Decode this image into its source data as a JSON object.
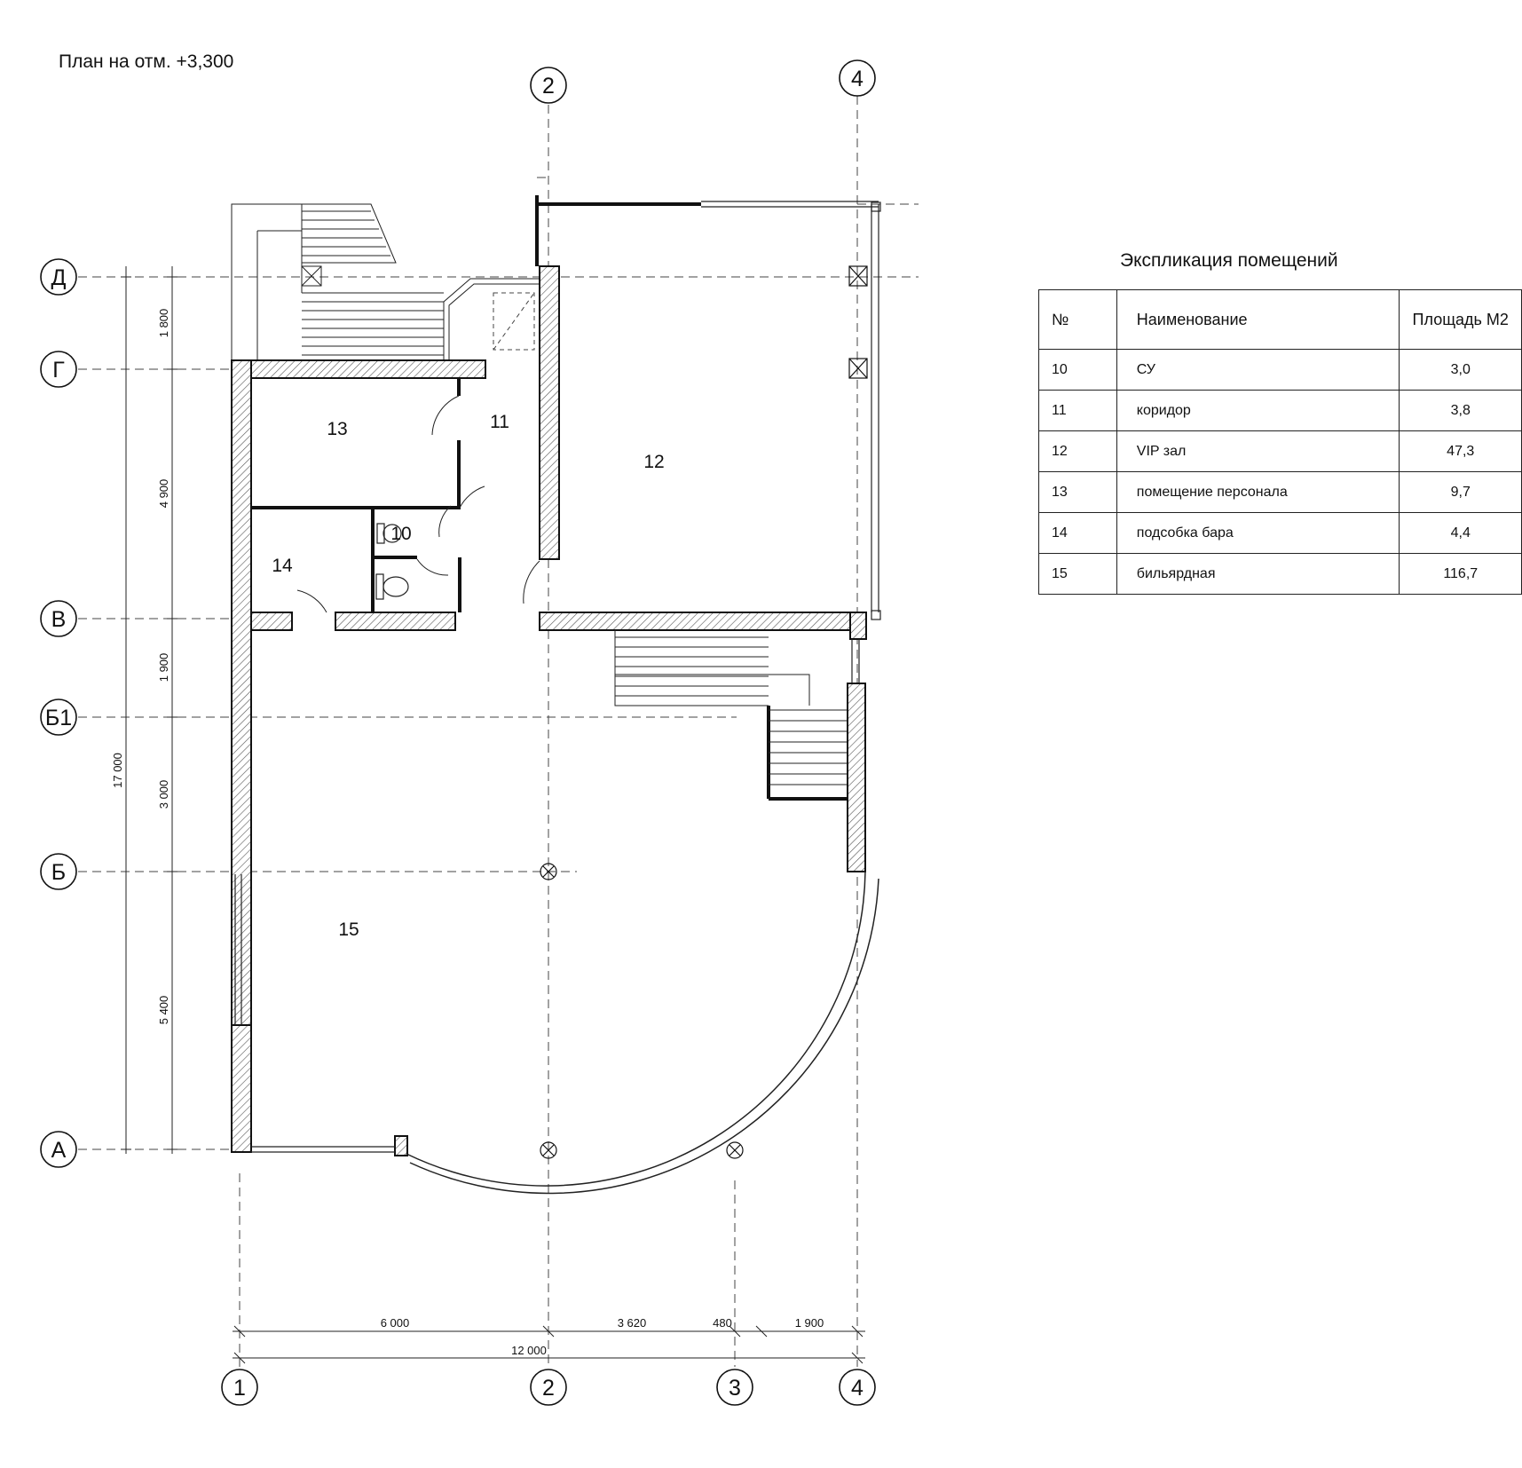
{
  "title": "План на отм. +3,300",
  "explication": {
    "title": "Экспликация помещений",
    "headers": [
      "№",
      "Наименование",
      "Площадь М2"
    ],
    "rows": [
      [
        "10",
        "СУ",
        "3,0"
      ],
      [
        "11",
        "коридор",
        "3,8"
      ],
      [
        "12",
        "VIP зал",
        "47,3"
      ],
      [
        "13",
        "помещение персонала",
        "9,7"
      ],
      [
        "14",
        "подсобка бара",
        "4,4"
      ],
      [
        "15",
        "бильярдная",
        "116,7"
      ]
    ]
  },
  "axes": {
    "horizontal": [
      "Д",
      "Г",
      "В",
      "Б1",
      "Б",
      "А"
    ],
    "vertical_top": [
      "2",
      "4"
    ],
    "vertical_bottom": [
      "1",
      "2",
      "3",
      "4"
    ]
  },
  "rooms": [
    "13",
    "11",
    "12",
    "10",
    "14",
    "15"
  ],
  "dimensions": {
    "left_partial": [
      "1 800",
      "4 900",
      "1 900",
      "3 000",
      "5 400"
    ],
    "left_total": "17 000",
    "bottom_partial": [
      "6 000",
      "3 620",
      "480",
      "1 900"
    ],
    "bottom_total": "12 000"
  }
}
